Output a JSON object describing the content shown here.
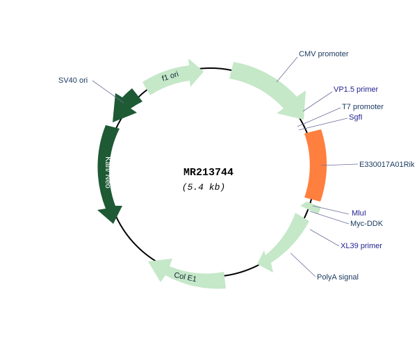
{
  "plasmid": {
    "name": "MR213744",
    "size": "(5.4 kb)"
  },
  "colors": {
    "light_feature": "#c5e8c8",
    "dark_feature": "#1e5a34",
    "insert": "#ff7f3f",
    "backbone": "#000000"
  },
  "features": [
    {
      "key": "cmv",
      "label": "CMV promoter",
      "on_map": false
    },
    {
      "key": "vp15",
      "label": "VP1.5 primer",
      "on_map": false
    },
    {
      "key": "t7",
      "label": "T7 promoter",
      "on_map": false
    },
    {
      "key": "sgfi",
      "label": "SgfI",
      "on_map": false
    },
    {
      "key": "insert",
      "label": "E330017A01Rik",
      "on_map": false
    },
    {
      "key": "mlui",
      "label": "MluI",
      "on_map": false
    },
    {
      "key": "mycddk",
      "label": "Myc-DDK",
      "on_map": false
    },
    {
      "key": "xl39",
      "label": "XL39 primer",
      "on_map": false
    },
    {
      "key": "polya",
      "label": "PolyA signal",
      "on_map": false
    },
    {
      "key": "cole1",
      "label": "Col E1",
      "on_map": true
    },
    {
      "key": "kan",
      "label": "Kan/ Neo",
      "on_map": true
    },
    {
      "key": "sv40",
      "label": "SV40 ori",
      "on_map": false
    },
    {
      "key": "f1",
      "label": "f1 ori",
      "on_map": true
    }
  ]
}
